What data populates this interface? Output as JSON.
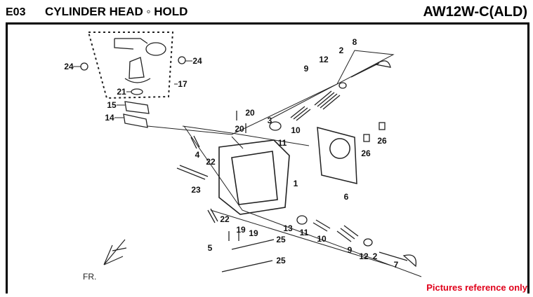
{
  "header": {
    "code": "E03",
    "title": "CYLINDER HEAD ◦ HOLD",
    "model": "AW12W-C(ALD)"
  },
  "callouts": [
    "24",
    "24",
    "17",
    "21",
    "15",
    "14",
    "20",
    "20",
    "3",
    "11",
    "10",
    "9",
    "12",
    "2",
    "8",
    "26",
    "26",
    "6",
    "4",
    "22",
    "23",
    "1",
    "22",
    "5",
    "13",
    "11",
    "10",
    "9",
    "12",
    "2",
    "7",
    "19",
    "19",
    "25",
    "25"
  ],
  "direction_label": "FR.",
  "note": "Pictures reference only",
  "colors": {
    "note": "#e0001a",
    "line": "#000000"
  }
}
